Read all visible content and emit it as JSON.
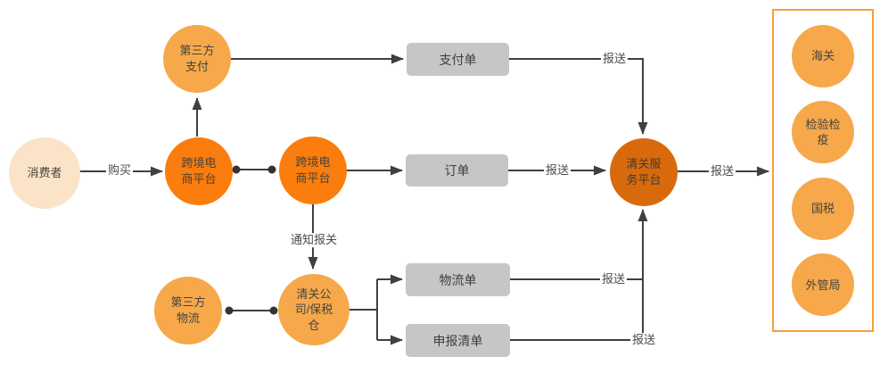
{
  "diagram_type": "flowchart",
  "nodes": {
    "consumer": {
      "label": "消费者"
    },
    "third_party_payment": {
      "label": "第三方支付"
    },
    "ecommerce_platform_a": {
      "label": "跨境电商平台"
    },
    "ecommerce_platform_b": {
      "label": "跨境电商平台"
    },
    "payment_slip": {
      "label": "支付单"
    },
    "order_slip": {
      "label": "订单"
    },
    "clearance_service_platform": {
      "label": "清关服务平台"
    },
    "third_party_logistics": {
      "label": "第三方物流"
    },
    "clearance_company": {
      "label": "清关公司/保税仓"
    },
    "logistics_slip": {
      "label": "物流单"
    },
    "declaration_list": {
      "label": "申报清单"
    }
  },
  "agencies": [
    "海关",
    "检验检疫",
    "国税",
    "外管局"
  ],
  "edge_labels": {
    "purchase": "购买",
    "notify_declaration": "通知报关",
    "submit_payment": "报送",
    "submit_order": "报送",
    "submit_logistics": "报送",
    "submit_declaration": "报送",
    "submit_to_agencies": "报送"
  },
  "colors": {
    "circle_bright_orange": "#FA7D0D",
    "circle_light_orange": "#F6A84B",
    "circle_pale_orange": "#FBE3C8",
    "circle_dark_orange": "#D96A0C",
    "document_box_gray": "#C6C6C6",
    "connector_line": "#404040",
    "panel_border_orange": "#F5A03C",
    "node_text": "#46433C"
  }
}
